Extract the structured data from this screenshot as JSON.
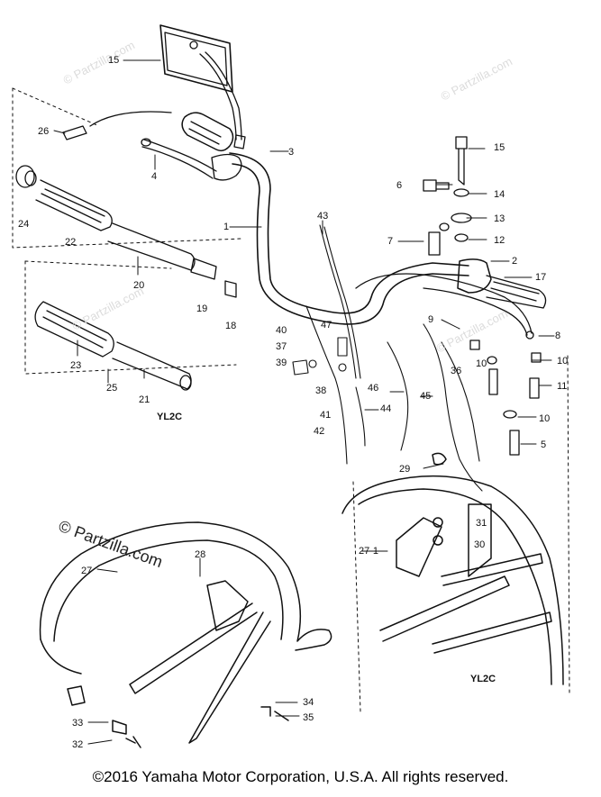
{
  "callouts": [
    {
      "id": "c15a",
      "text": "15"
    },
    {
      "id": "c3",
      "text": "3"
    },
    {
      "id": "c26",
      "text": "26"
    },
    {
      "id": "c4",
      "text": "4"
    },
    {
      "id": "c24",
      "text": "24"
    },
    {
      "id": "c22",
      "text": "22"
    },
    {
      "id": "c1",
      "text": "1"
    },
    {
      "id": "c43",
      "text": "43"
    },
    {
      "id": "c20",
      "text": "20"
    },
    {
      "id": "c19",
      "text": "19"
    },
    {
      "id": "c18",
      "text": "18"
    },
    {
      "id": "c15b",
      "text": "15"
    },
    {
      "id": "c6",
      "text": "6"
    },
    {
      "id": "c14",
      "text": "14"
    },
    {
      "id": "c13",
      "text": "13"
    },
    {
      "id": "c7",
      "text": "7"
    },
    {
      "id": "c12",
      "text": "12"
    },
    {
      "id": "c2",
      "text": "2"
    },
    {
      "id": "c17",
      "text": "17"
    },
    {
      "id": "c9",
      "text": "9"
    },
    {
      "id": "c8",
      "text": "8"
    },
    {
      "id": "c40",
      "text": "40"
    },
    {
      "id": "c47",
      "text": "47"
    },
    {
      "id": "c37",
      "text": "37"
    },
    {
      "id": "c39",
      "text": "39"
    },
    {
      "id": "c38",
      "text": "38"
    },
    {
      "id": "c23",
      "text": "23"
    },
    {
      "id": "c25",
      "text": "25"
    },
    {
      "id": "c21",
      "text": "21"
    },
    {
      "id": "c10a",
      "text": "10"
    },
    {
      "id": "c10b",
      "text": "10"
    },
    {
      "id": "c36",
      "text": "36"
    },
    {
      "id": "c11",
      "text": "11"
    },
    {
      "id": "c46",
      "text": "46"
    },
    {
      "id": "c45",
      "text": "45"
    },
    {
      "id": "c10c",
      "text": "10"
    },
    {
      "id": "c41",
      "text": "41"
    },
    {
      "id": "c44",
      "text": "44"
    },
    {
      "id": "c42",
      "text": "42"
    },
    {
      "id": "c5",
      "text": "5"
    },
    {
      "id": "c29",
      "text": "29"
    },
    {
      "id": "c271",
      "text": "27-1"
    },
    {
      "id": "c31",
      "text": "31"
    },
    {
      "id": "c30",
      "text": "30"
    },
    {
      "id": "c27",
      "text": "27"
    },
    {
      "id": "c28",
      "text": "28"
    },
    {
      "id": "c34",
      "text": "34"
    },
    {
      "id": "c35",
      "text": "35"
    },
    {
      "id": "c33",
      "text": "33"
    },
    {
      "id": "c32",
      "text": "32"
    }
  ],
  "variant_labels": {
    "left": "YL2C",
    "bottom_right": "YL2C"
  },
  "watermarks": {
    "main": "© Partzilla.com",
    "faint": "© Partzilla.com"
  },
  "footer": {
    "copyright": "©2016 Yamaha Motor Corporation, U.S.A. All rights reserved."
  }
}
